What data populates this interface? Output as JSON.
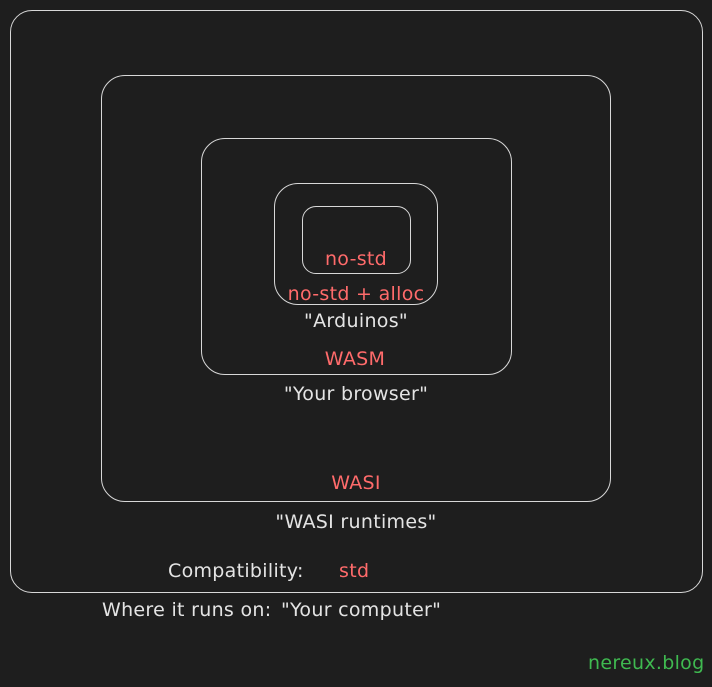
{
  "colors": {
    "background": "#1e1e1e",
    "box_stroke": "#d8d8d8",
    "compat_text": "#ff6b6b",
    "env_text": "#e4e4e4",
    "watermark": "#3fb950"
  },
  "layers": {
    "no_std": {
      "compat": "no-std"
    },
    "no_std_alloc": {
      "compat": "no-std + alloc",
      "runs_on": "\"Arduinos\""
    },
    "wasm": {
      "compat": "WASM",
      "runs_on": "\"Your browser\""
    },
    "wasi": {
      "compat": "WASI",
      "runs_on": "\"WASI runtimes\""
    },
    "std": {
      "compat_label": "Compatibility:",
      "compat": "std",
      "runs_on_label": "Where it runs on:",
      "runs_on": "\"Your computer\""
    }
  },
  "watermark": "nereux.blog"
}
